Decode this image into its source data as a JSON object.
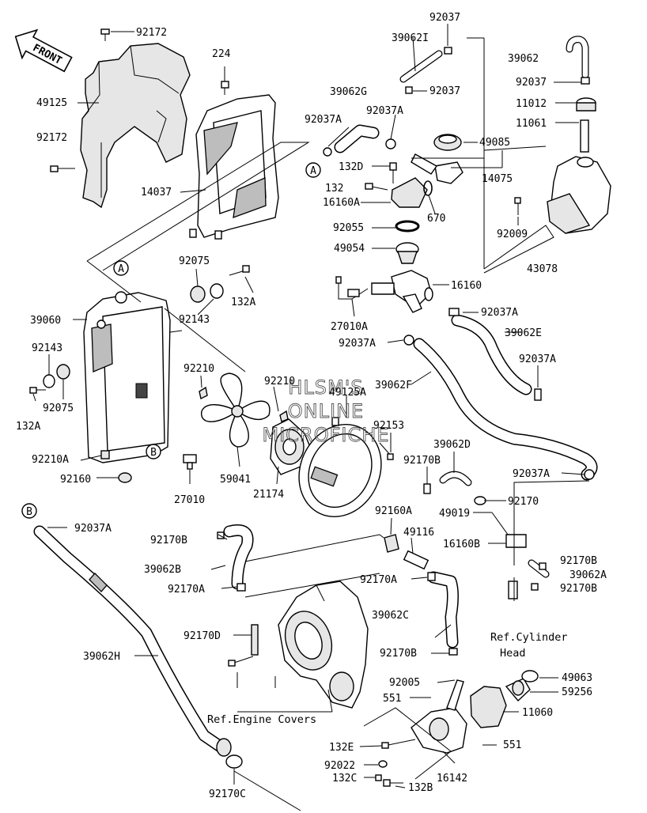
{
  "watermark": [
    "HLSM'S",
    "ONLINE",
    "MICROFICHE"
  ],
  "front_arrow": "FRONT",
  "callouts": [
    "A",
    "B"
  ],
  "refs": {
    "cylinder_head_line1": "Ref.Cylinder",
    "cylinder_head_line2": "Head",
    "engine_covers": "Ref.Engine Covers"
  },
  "parts": {
    "p92172_top": "92172",
    "p224": "224",
    "p49125": "49125",
    "p92172_left": "92172",
    "p14037": "14037",
    "p92037_top": "92037",
    "p39062I": "39062I",
    "p39062_right": "39062",
    "p92037_mid": "92037",
    "p92037_right": "92037",
    "p39062G": "39062G",
    "p92037A_1": "92037A",
    "p92037A_2": "92037A",
    "p11012": "11012",
    "p11061": "11061",
    "p49085": "49085",
    "p132D": "132D",
    "p132": "132",
    "p16160A": "16160A",
    "p670": "670",
    "p14075": "14075",
    "p92055": "92055",
    "p92009": "92009",
    "p49054": "49054",
    "p43078": "43078",
    "p92075_top": "92075",
    "p132A_top": "132A",
    "p92143_top": "92143",
    "p39060": "39060",
    "p16160": "16160",
    "p27010A": "27010A",
    "p92037A_3": "92037A",
    "p39062E": "39062E",
    "p92037A_4": "92037A",
    "p92143_left": "92143",
    "p92037A_5": "92037A",
    "p92210_1": "92210",
    "p92210_2": "92210",
    "p49125A": "49125A",
    "p39062F": "39062F",
    "p92075_left": "92075",
    "p132A_left": "132A",
    "p92153": "92153",
    "p39062D": "39062D",
    "p92170B_1": "92170B",
    "p92210A": "92210A",
    "p92160": "92160",
    "p59041": "59041",
    "p27010": "27010",
    "p21174": "21174",
    "p92037A_6": "92037A",
    "p92170": "92170",
    "p49019": "49019",
    "p92037A_7": "92037A",
    "p92160A": "92160A",
    "p92170B_2": "92170B",
    "p49116": "49116",
    "p16160B": "16160B",
    "p92170B_3": "92170B",
    "p39062A": "39062A",
    "p92170B_4": "92170B",
    "p39062B": "39062B",
    "p92170A_1": "92170A",
    "p92170A_2": "92170A",
    "p39062C": "39062C",
    "p92170D": "92170D",
    "p39062H": "39062H",
    "p92170B_5": "92170B",
    "p92005": "92005",
    "p49063": "49063",
    "p59256": "59256",
    "p551_1": "551",
    "p11060": "11060",
    "p551_2": "551",
    "p132E": "132E",
    "p92022": "92022",
    "p132C": "132C",
    "p16142": "16142",
    "p132B": "132B",
    "p92170C": "92170C"
  }
}
